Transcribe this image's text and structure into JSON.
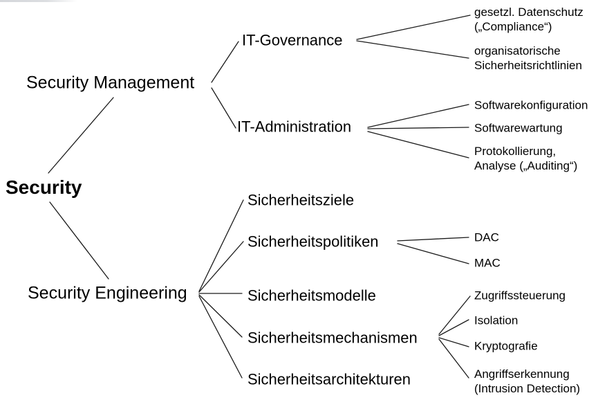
{
  "colors": {
    "background": "#ffffff",
    "line": "#1a1a1a",
    "text": "#000000"
  },
  "tree": {
    "root": {
      "label": "Security"
    },
    "management": {
      "label": "Security Management",
      "governance": {
        "label": "IT-Governance",
        "compliance": {
          "line1": "gesetzl. Datenschutz",
          "line2": "(„Compliance“)"
        },
        "richtlinien": {
          "line1": "organisatorische",
          "line2": "Sicherheitsrichtlinien"
        }
      },
      "administration": {
        "label": "IT-Administration",
        "konfiguration": {
          "label": "Softwarekonfiguration"
        },
        "wartung": {
          "label": "Softwarewartung"
        },
        "auditing": {
          "line1": "Protokollierung,",
          "line2": "Analyse („Auditing“)"
        }
      }
    },
    "engineering": {
      "label": "Security Engineering",
      "ziele": {
        "label": "Sicherheitsziele"
      },
      "politiken": {
        "label": "Sicherheitspolitiken",
        "dac": {
          "label": "DAC"
        },
        "mac": {
          "label": "MAC"
        }
      },
      "modelle": {
        "label": "Sicherheitsmodelle"
      },
      "mechanismen": {
        "label": "Sicherheitsmechanismen",
        "zugriff": {
          "label": "Zugriffssteuerung"
        },
        "isolation": {
          "label": "Isolation"
        },
        "krypto": {
          "label": "Kryptografie"
        },
        "angriff": {
          "line1": "Angriffserkennung",
          "line2": "(Intrusion Detection)"
        }
      },
      "architekturen": {
        "label": "Sicherheitsarchitekturen"
      }
    }
  }
}
